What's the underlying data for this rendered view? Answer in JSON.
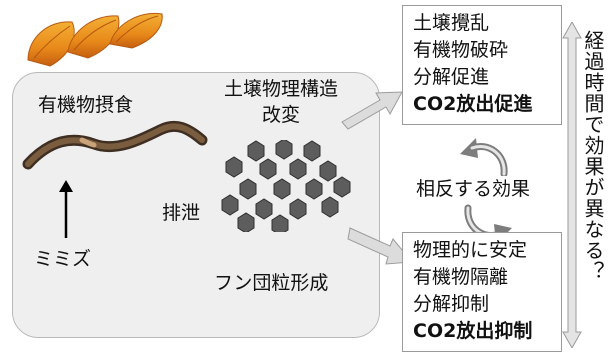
{
  "left_panel": {
    "feeding_label": "有機物摂食",
    "structure_label_line1": "土壌物理構造",
    "structure_label_line2": "改変",
    "excretion_label": "排泄",
    "earthworm_label": "ミミズ",
    "aggregate_label": "フン団粒形成"
  },
  "top_box": {
    "lines": [
      "土壌攪乱",
      "有機物破砕",
      "分解促進"
    ],
    "emphasis": "CO2放出促進"
  },
  "bottom_box": {
    "lines": [
      "物理的に安定",
      "有機物隔離",
      "分解抑制"
    ],
    "emphasis": "CO2放出抑制"
  },
  "cycle_label": "相反する効果",
  "vertical_note": "経過時間で効果が異なる？",
  "colors": {
    "panel_bg": "#efefef",
    "leaf_orange": "#e8891a",
    "earthworm": "#5c4632",
    "hexagon": "#5d5d5d",
    "arrow": "#c9c9c9"
  }
}
